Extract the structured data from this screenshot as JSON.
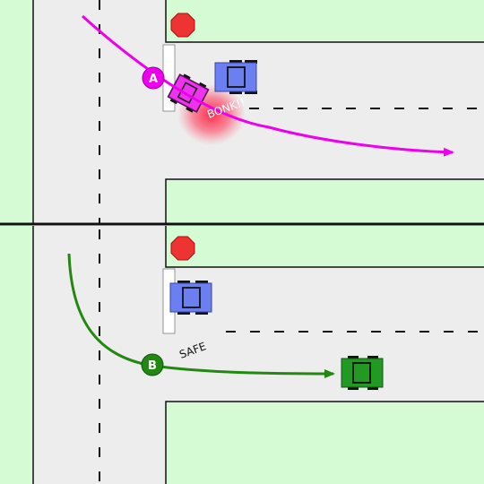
{
  "colors": {
    "grass": "#d5fbd5",
    "road": "#ededed",
    "edge": "#111111",
    "stop_sign": "#ee3333",
    "path_a": "#ee00ee",
    "path_b": "#228811",
    "blue_car": "#6b7ff0",
    "pink_car": "#ee33ee",
    "green_car": "#229922",
    "crash_glow": "#ff2244"
  },
  "panels": [
    {
      "marker": {
        "label": "A",
        "color": "#ee00ee"
      },
      "note": {
        "text": "BONK!!"
      },
      "stop_sign_icon": "octagon-stop-sign",
      "outcome": "collision"
    },
    {
      "marker": {
        "label": "B",
        "color": "#228811"
      },
      "note": {
        "text": "SAFE"
      },
      "stop_sign_icon": "octagon-stop-sign",
      "outcome": "safe"
    }
  ]
}
